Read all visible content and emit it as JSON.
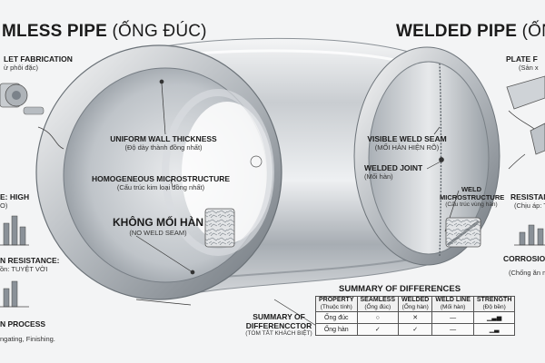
{
  "left_title": {
    "en": "MLESS PIPE",
    "vi": "(ỐNG ĐÚC)"
  },
  "right_title": {
    "en": "WELDED PIPE",
    "vi": "(ỐNG"
  },
  "billet": {
    "label": "LET FABRICATION",
    "sub": "ừ phôi đặc)"
  },
  "left_strength": {
    "label": "E: HIGH",
    "sub": "O)"
  },
  "left_corrosion": {
    "label": "N RESISTANCE:",
    "sub": "ồn: TUYỆT VỜI"
  },
  "left_process": {
    "label": "N PROCESS",
    "sub": "ngating, Finishing."
  },
  "uniform_wall": {
    "label": "UNIFORM WALL THICKNESS",
    "sub": "(Độ dày thành đồng nhất)"
  },
  "homogeneous": {
    "label": "HOMOGENEOUS MICROSTRUCTURE",
    "sub": "(Cấu trúc kim loại đồng nhất)"
  },
  "no_weld": {
    "label": "KHÔNG MỐI HÀN",
    "sub": "(NO WELD SEAM)"
  },
  "diff_footnote": {
    "label1": "SUMMARY OF",
    "label2": "DIFFERENCCTOR",
    "sub": "(TÓM TẮT KHÁCH BIỆT)"
  },
  "visible_seam": {
    "label": "VISIBLE WELD SEAM",
    "sub": "(MỐI HÀN HIỆN RÕ)"
  },
  "welded_joint": {
    "label": "WELDED JOINT",
    "sub": "(Mối hàn)"
  },
  "weld_micro": {
    "label1": "WELD",
    "label2": "MICROSTRUCTURE",
    "sub": "(Cấu trúc vùng hàn)"
  },
  "plate": {
    "label": "PLATE F",
    "sub": "(Sản x"
  },
  "right_resist": {
    "label": "RESISTAN",
    "sub": "(Chịu áp: T"
  },
  "right_corrosion": {
    "label": "CORROSION R",
    "sub": "(Chống ăn m"
  },
  "summary": {
    "title": "SUMMARY OF DIFFERENCES",
    "headers": [
      {
        "en": "PROPERTY",
        "vi": "(Thuộc tính)"
      },
      {
        "en": "SEAMLESS",
        "vi": "(Ống đúc)"
      },
      {
        "en": "WELDED",
        "vi": "(Ống hàn)"
      },
      {
        "en": "WELD LINE",
        "vi": "(Mối hàn)"
      },
      {
        "en": "STRENGTH",
        "vi": "(Độ bền)"
      }
    ],
    "rows": [
      {
        "property": "Ống đúc",
        "seamless": "○",
        "welded": "✕",
        "weld_line": "—",
        "strength": "▁▃▅"
      },
      {
        "property": "Ống hàn",
        "seamless": "✓",
        "welded": "✓",
        "weld_line": "—",
        "strength": "▁▃"
      }
    ]
  },
  "colors": {
    "background": "#f3f4f5",
    "metal_light": "#eef0f2",
    "metal_dark": "#8d949b",
    "text": "#1b1b1b"
  }
}
